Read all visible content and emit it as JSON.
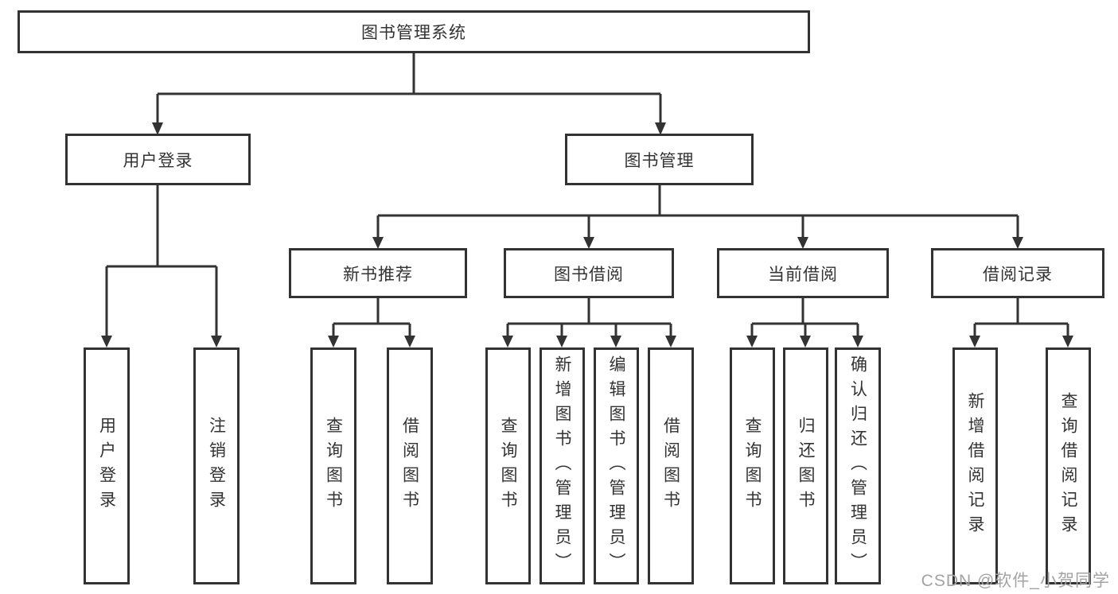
{
  "diagram": {
    "type": "hierarchy",
    "nodes": {
      "root": "图书管理系统",
      "user_login": "用户登录",
      "book_management": "图书管理",
      "new_book_recommend": "新书推荐",
      "book_borrow": "图书借阅",
      "current_borrow": "当前借阅",
      "borrow_records": "借阅记录",
      "user_login_leaf": "用户登录",
      "logout_leaf": "注销登录",
      "nbr_query_books": "查询图书",
      "nbr_borrow_books": "借阅图书",
      "bb_query_books": "查询图书",
      "bb_add_books": "新增图书（管理员）",
      "bb_edit_books": "编辑图书（管理员）",
      "bb_borrow_books": "借阅图书",
      "cb_query_books": "查询图书",
      "cb_return_books": "归还图书",
      "cb_confirm_return": "确认归还（管理员）",
      "br_add_record": "新增借阅记录",
      "br_query_record": "查询借阅记录"
    },
    "hierarchy": {
      "图书管理系统": [
        "用户登录",
        "图书管理"
      ],
      "用户登录": [
        "用户登录",
        "注销登录"
      ],
      "图书管理": [
        "新书推荐",
        "图书借阅",
        "当前借阅",
        "借阅记录"
      ],
      "新书推荐": [
        "查询图书",
        "借阅图书"
      ],
      "图书借阅": [
        "查询图书",
        "新增图书（管理员）",
        "编辑图书（管理员）",
        "借阅图书"
      ],
      "当前借阅": [
        "查询图书",
        "归还图书",
        "确认归还（管理员）"
      ],
      "借阅记录": [
        "新增借阅记录",
        "查询借阅记录"
      ]
    },
    "colors": {
      "line": "#333333",
      "box_border": "#333333",
      "box_background": "#ffffff",
      "text": "#333333",
      "watermark": "#a3a3a3",
      "background": "#ffffff"
    }
  },
  "watermark": "CSDN @软件_小贺同学"
}
